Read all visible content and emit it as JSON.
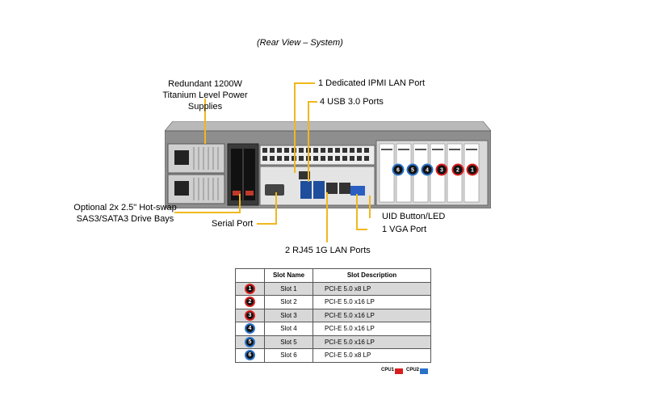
{
  "title": "(Rear View – System)",
  "callouts": {
    "psu": "Redundant  1200W Titanium Level Power Supplies",
    "ipmi": "1 Dedicated IPMI  LAN Port",
    "usb": "4 USB 3.0 Ports",
    "drive_bays": "Optional 2x 2.5\" Hot-swap SAS3/SATA3 Drive Bays",
    "serial": "Serial Port",
    "lan": "2 RJ45 1G LAN Ports",
    "uid": "UID Button/LED",
    "vga": "1 VGA Port"
  },
  "slot_table": {
    "headers": [
      "",
      "Slot Name",
      "Slot Description"
    ],
    "rows": [
      {
        "num": "1",
        "name": "Slot 1",
        "desc": "PCI-E  5.0 x8 LP",
        "cpu": "CPU1"
      },
      {
        "num": "2",
        "name": "Slot 2",
        "desc": "PCI-E  5.0 x16 LP",
        "cpu": "CPU1"
      },
      {
        "num": "3",
        "name": "Slot 3",
        "desc": "PCI-E  5.0 x16 LP",
        "cpu": "CPU1"
      },
      {
        "num": "4",
        "name": "Slot 4",
        "desc": "PCI-E  5.0 x16 LP",
        "cpu": "CPU2"
      },
      {
        "num": "5",
        "name": "Slot 5",
        "desc": "PCI-E  5.0 x16 LP",
        "cpu": "CPU2"
      },
      {
        "num": "6",
        "name": "Slot 6",
        "desc": "PCI-E  5.0 x8 LP",
        "cpu": "CPU2"
      }
    ]
  },
  "legend": {
    "cpu1": "CPU1",
    "cpu2": "CPU2",
    "cpu1_color": "#d81e1e",
    "cpu2_color": "#2a72c8"
  },
  "chassis_slot_badges": [
    "6",
    "5",
    "4",
    "3",
    "2",
    "1"
  ]
}
